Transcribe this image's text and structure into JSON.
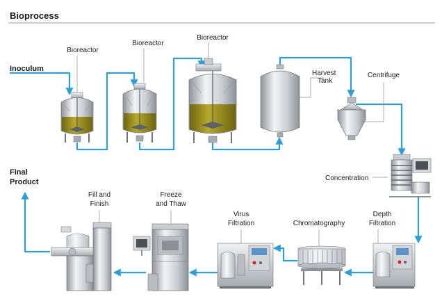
{
  "title": "Bioprocess",
  "labels": {
    "inoculum": "Inoculum",
    "final_product_line1": "Final",
    "final_product_line2": "Product",
    "bioreactor_1": "Bioreactor",
    "bioreactor_2": "Bioreactor",
    "bioreactor_3": "Bioreactor",
    "harvest_tank_line1": "Harvest",
    "harvest_tank_line2": "Tank",
    "centrifuge": "Centrifuge",
    "concentration": "Concentration",
    "depth_filtration_line1": "Depth",
    "depth_filtration_line2": "Filtration",
    "chromatography": "Chromatography",
    "virus_filtration_line1": "Virus",
    "virus_filtration_line2": "Filtration",
    "freeze_thaw_line1": "Freeze",
    "freeze_thaw_line2": "and Thaw",
    "fill_finish_line1": "Fill and",
    "fill_finish_line2": "Finish"
  },
  "colors": {
    "flow": "#2b9fdc",
    "liquid": "#a99a1e",
    "steel_light": "#e6e8ea",
    "steel_mid": "#b9bdc2",
    "steel_dark": "#7d838a",
    "rule": "#9aa0a6",
    "panel_blue": "#5a93c8",
    "indicator_red": "#d92027"
  }
}
